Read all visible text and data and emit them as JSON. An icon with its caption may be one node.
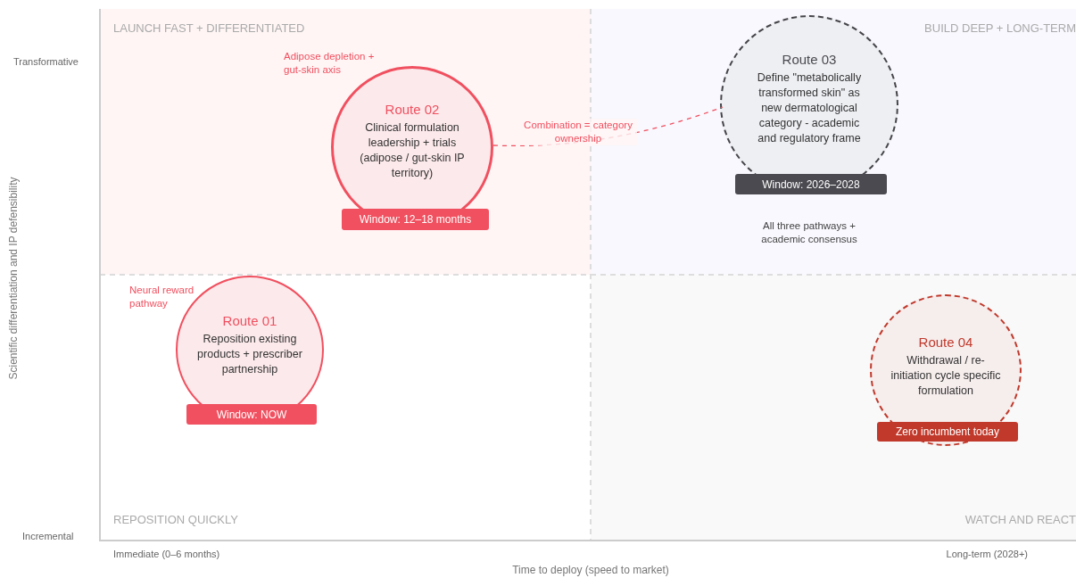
{
  "diagram": {
    "nodes": [
      {
        "text": [
          "LAUNCH FAST + DIFFERENTIATED"
        ]
      },
      {
        "text": [
          "Route 02",
          "Clinical formulation leadership + trials (adipose / gut-skin IP territory)"
        ],
        "in": 0,
        "beside": [
          "Adipose depletion + gut-skin axis"
        ]
      },
      {
        "text": [
          "Window: 12–18 months"
        ],
        "in": 1
      },
      {
        "text": [
          "BUILD DEEP + LONG-TERM"
        ]
      },
      {
        "text": [
          "Route 03",
          "Define \"metabolically transformed skin\" as new dermatological category - academic and regulatory frame"
        ],
        "in": 3,
        "beside": [
          "All three pathways + academic consensus"
        ]
      },
      {
        "text": [
          "Window: 2026–2028"
        ],
        "in": 4
      },
      {
        "text": [
          "REPOSITION QUICKLY"
        ]
      },
      {
        "text": [
          "Route 01",
          "Reposition existing products + prescriber partnership"
        ],
        "in": 6,
        "beside": [
          "Neural reward pathway"
        ]
      },
      {
        "text": [
          "Window: NOW"
        ],
        "in": 7
      },
      {
        "text": [
          "WATCH AND REACT"
        ]
      },
      {
        "text": [
          "Route 04",
          "Withdrawal / re-initiation cycle specific formulation"
        ],
        "in": 9
      },
      {
        "text": [
          "Zero incumbent today"
        ],
        "in": 10
      }
    ],
    "edges": [
      {
        "from": 1,
        "to": 4,
        "arrow": "none",
        "label": "Combination = category ownership",
        "style": "dashed",
        "color": "#f0505f"
      }
    ],
    "labels": [
      "Transformative",
      "Scientific differentiation and IP defensibility",
      "Incremental",
      "Immediate (0–6 months)",
      "Long-term (2028+)",
      "Time to deploy (speed to market)"
    ]
  }
}
